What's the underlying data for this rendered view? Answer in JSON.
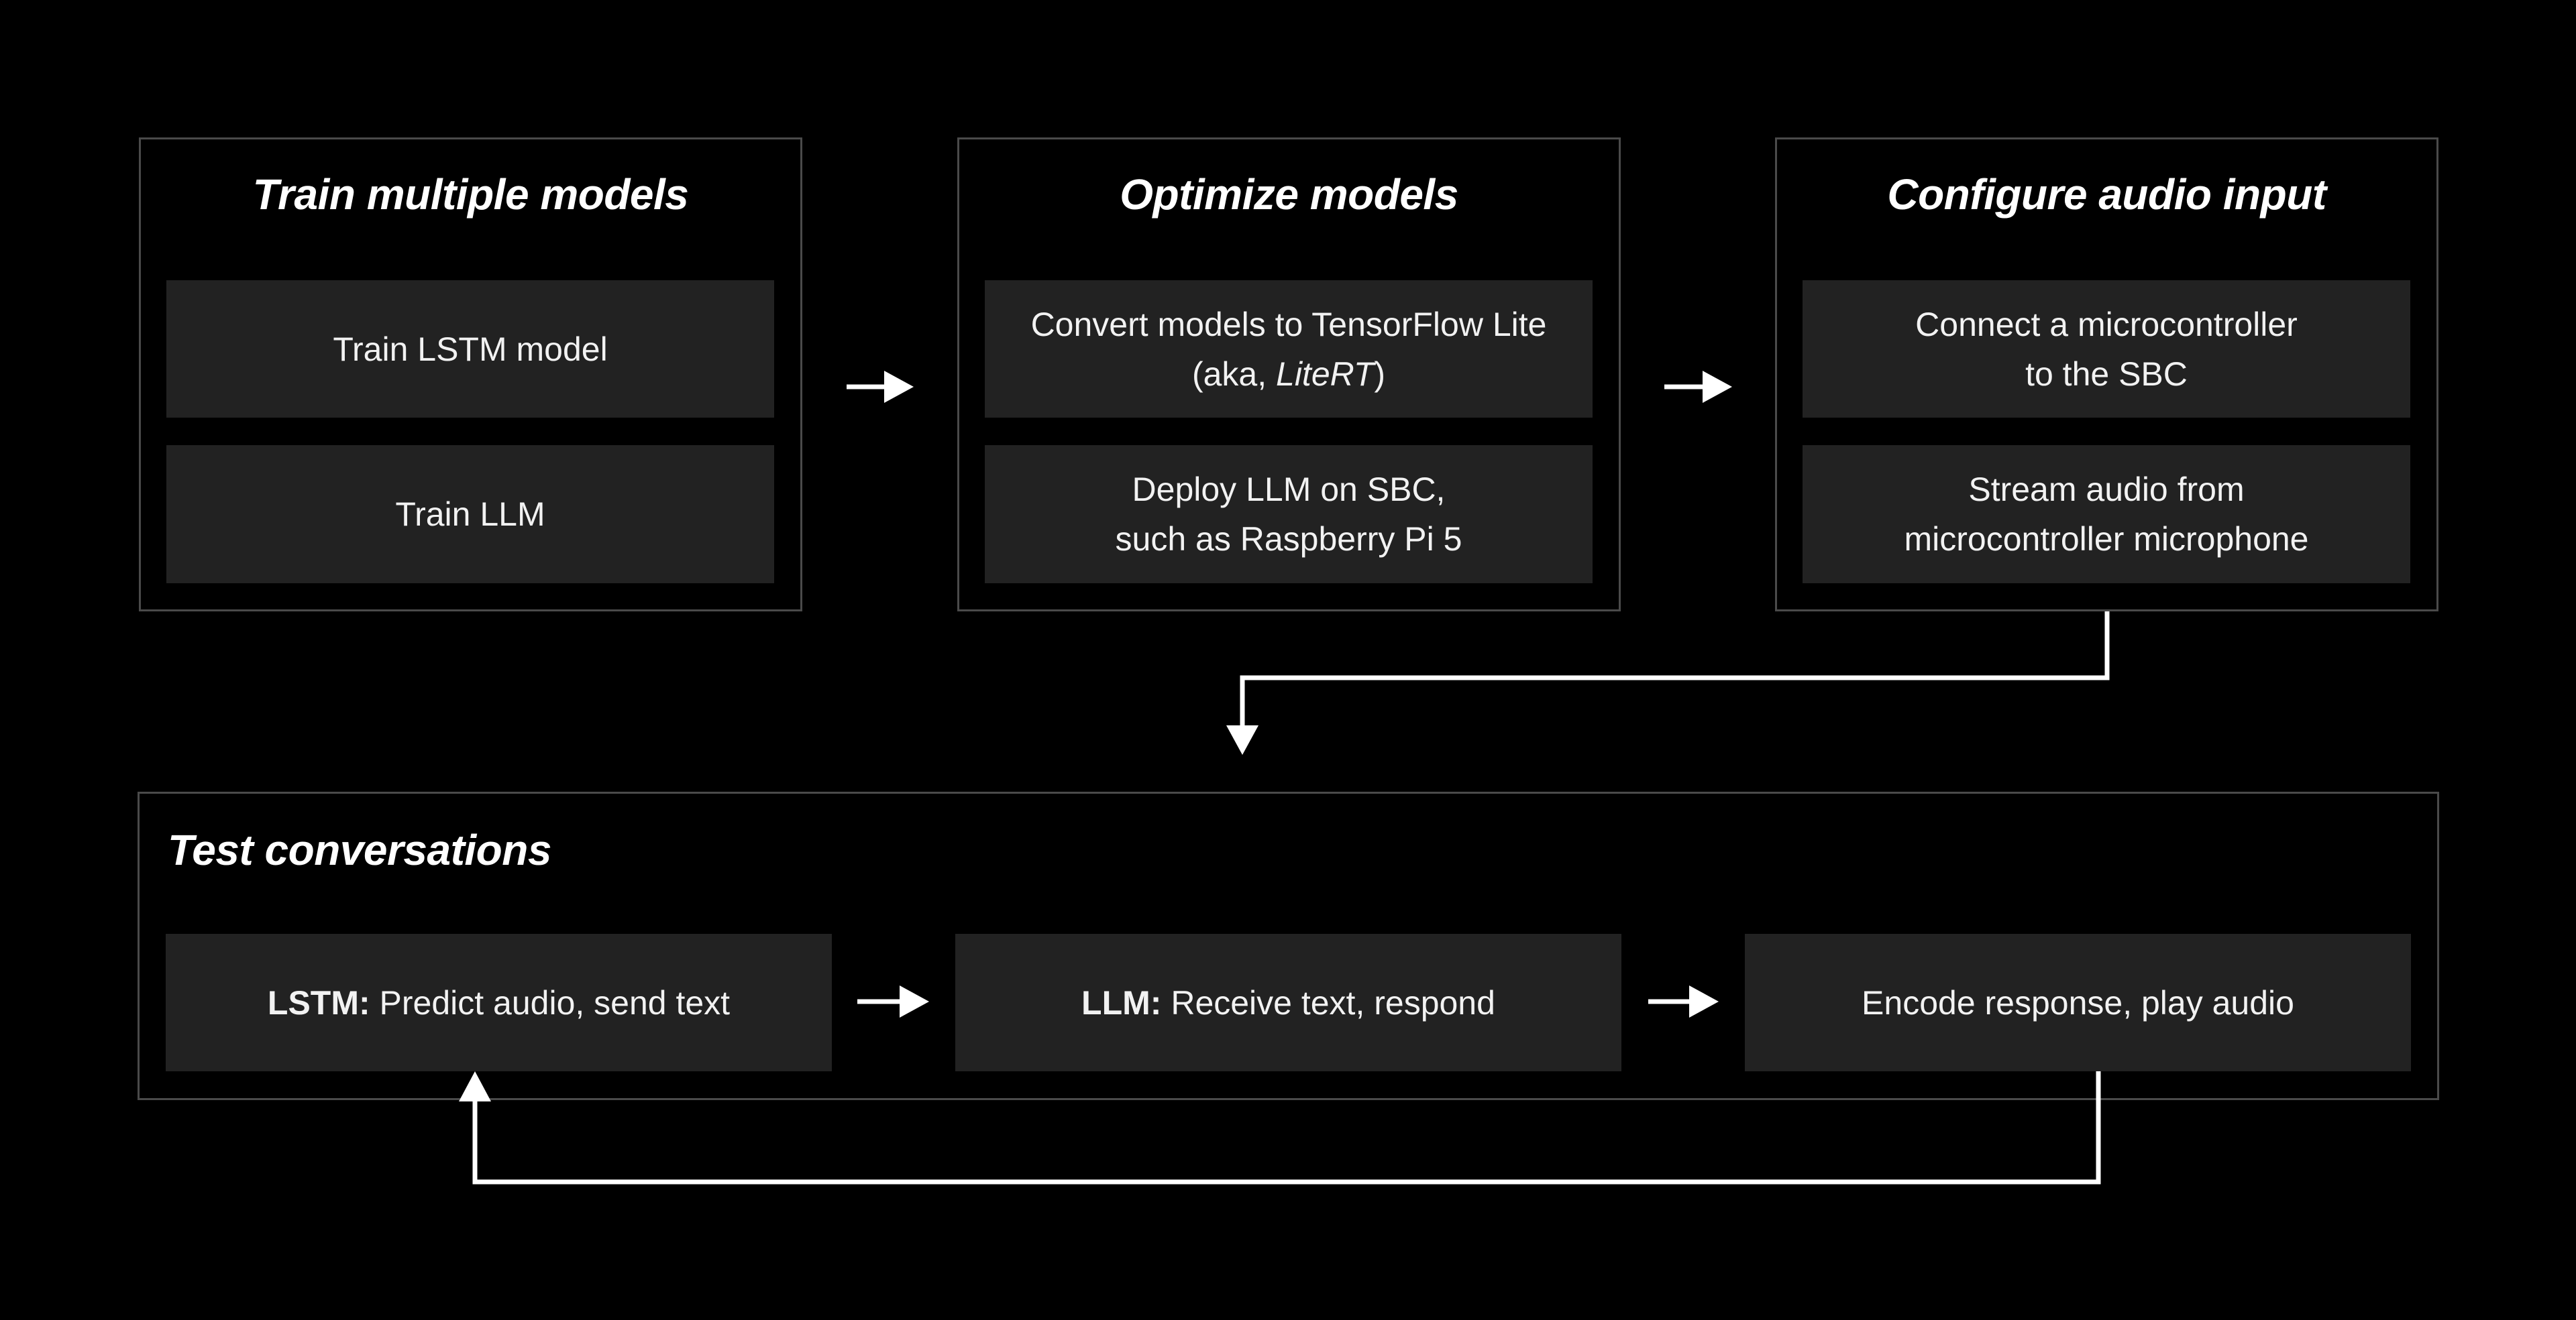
{
  "diagram": {
    "stages": [
      {
        "title": "Train multiple models",
        "steps": [
          {
            "text": "Train LSTM model"
          },
          {
            "text": "Train LLM"
          }
        ]
      },
      {
        "title": "Optimize models",
        "steps": [
          {
            "line1": "Convert models to TensorFlow Lite",
            "line2_prefix": "(aka, ",
            "line2_italic": "LiteRT",
            "line2_suffix": ")"
          },
          {
            "line1": "Deploy LLM on SBC,",
            "line2": "such as Raspberry Pi 5"
          }
        ]
      },
      {
        "title": "Configure audio input",
        "steps": [
          {
            "line1": "Connect a microcontroller",
            "line2": "to the SBC"
          },
          {
            "line1": "Stream audio from",
            "line2": "microcontroller microphone"
          }
        ]
      }
    ],
    "test": {
      "title": "Test conversations",
      "steps": [
        {
          "bold": "LSTM:",
          "text": " Predict audio, send text"
        },
        {
          "bold": "LLM:",
          "text": " Receive text, respond"
        },
        {
          "text": "Encode response, play audio"
        }
      ]
    },
    "colors": {
      "background": "#000000",
      "frame_border": "#4a4a4a",
      "step_fill": "#222222",
      "arrow": "#ffffff"
    }
  }
}
